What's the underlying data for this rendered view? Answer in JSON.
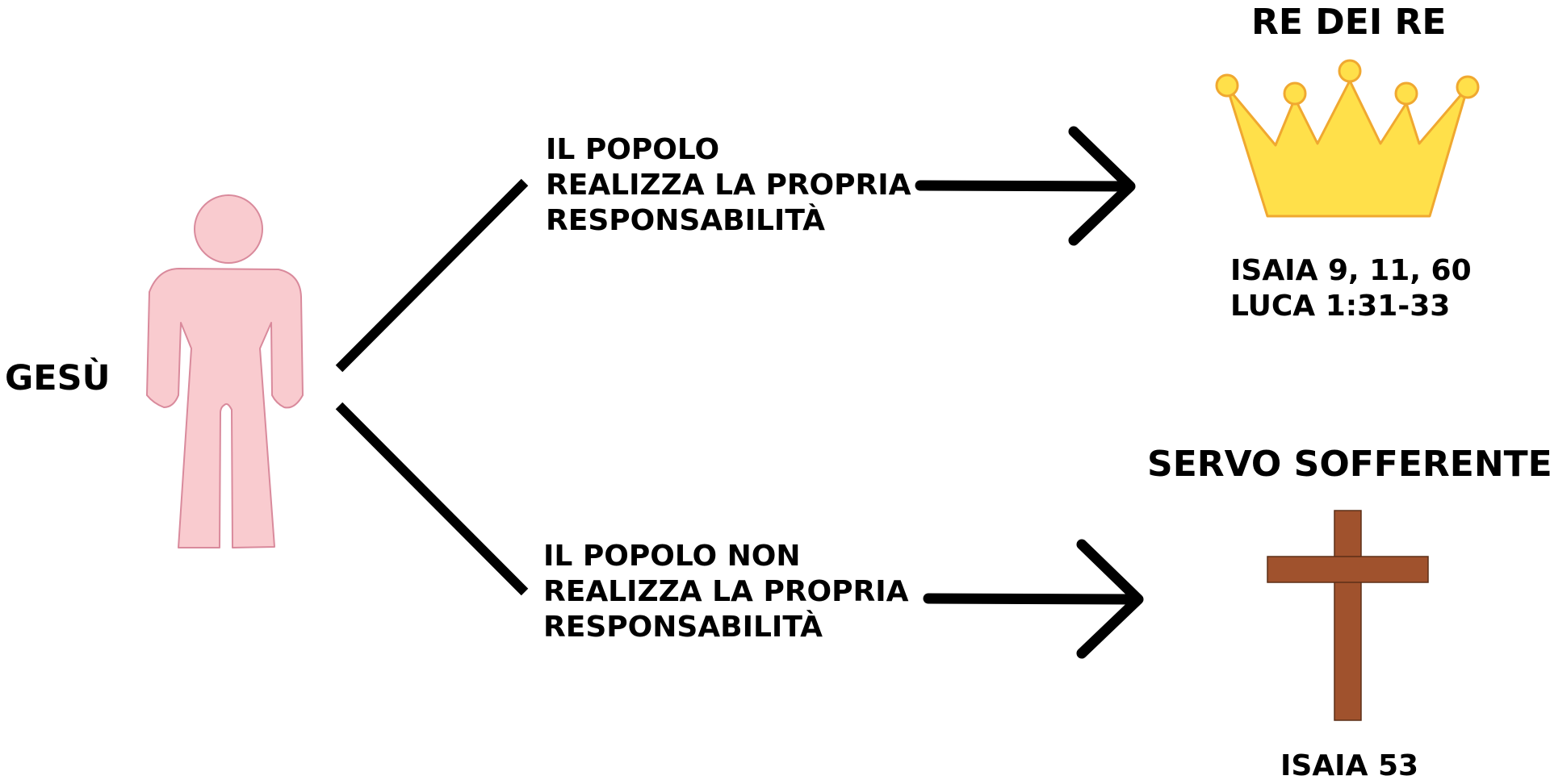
{
  "subject": {
    "label": "GESÙ",
    "figure_color": "#f9cbcf",
    "figure_stroke": "#d98a9c"
  },
  "branch_top": {
    "lines": [
      "IL POPOLO",
      "REALIZZA LA PROPRIA",
      "RESPONSABILITÀ"
    ]
  },
  "branch_bottom": {
    "lines": [
      "IL POPOLO NON",
      "REALIZZA LA PROPRIA",
      "RESPONSABILITÀ"
    ]
  },
  "outcome_top": {
    "title": "RE DEI RE",
    "icon": "crown-icon",
    "icon_fill": "#ffe04a",
    "icon_stroke": "#f0a830",
    "refs": [
      "ISAIA 9, 11, 60",
      "LUCA 1:31-33"
    ]
  },
  "outcome_bottom": {
    "title": "SERVO SOFFERENTE",
    "icon": "cross-icon",
    "icon_fill": "#a0522d",
    "refs": [
      "ISAIA 53"
    ]
  }
}
